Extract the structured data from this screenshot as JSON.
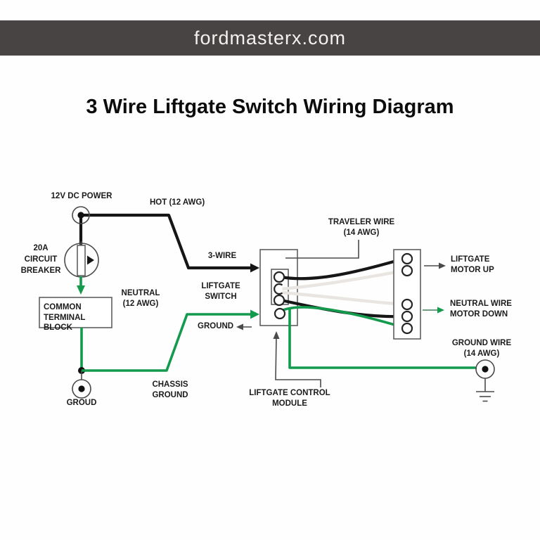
{
  "header": {
    "site": "fordmasterx.com",
    "bar_color": "#474443"
  },
  "title": "3 Wire Liftgate Switch Wiring Diagram",
  "colors": {
    "wire_black": "#161616",
    "wire_green": "#149a4d",
    "wire_white": "#e9e6e2",
    "leader_gray": "#4a4a4a",
    "header_bar": "#474443"
  },
  "labels": {
    "power": "12V DC POWER",
    "hot": "HOT (12 AWG)",
    "breaker": [
      "20A",
      "CIRCUIT",
      "BREAKER"
    ],
    "three_wire": "3-WIRE",
    "neutral": [
      "NEUTRAL",
      "(12 AWG)"
    ],
    "liftgate_switch": [
      "LIFTGATE",
      "SWITCH"
    ],
    "terminal_block": [
      "COMMON",
      "TERMINAL BLOCK"
    ],
    "ground_pointer": "GROUND",
    "ground_terminal": "GROUD",
    "chassis_ground": [
      "CHASSIS",
      "GROUND"
    ],
    "traveler_wire": [
      "TRAVELER WIRE",
      "(14 AWG)"
    ],
    "motor_up": [
      "LIFTGATE",
      "MOTOR UP"
    ],
    "motor_down": [
      "NEUTRAL WIRE",
      "MOTOR DOWN"
    ],
    "ground_wire": [
      "GROUND WIRE",
      "(14 AWG)"
    ],
    "control_module": [
      "LIFTGATE CONTROL",
      "MODULE"
    ]
  }
}
